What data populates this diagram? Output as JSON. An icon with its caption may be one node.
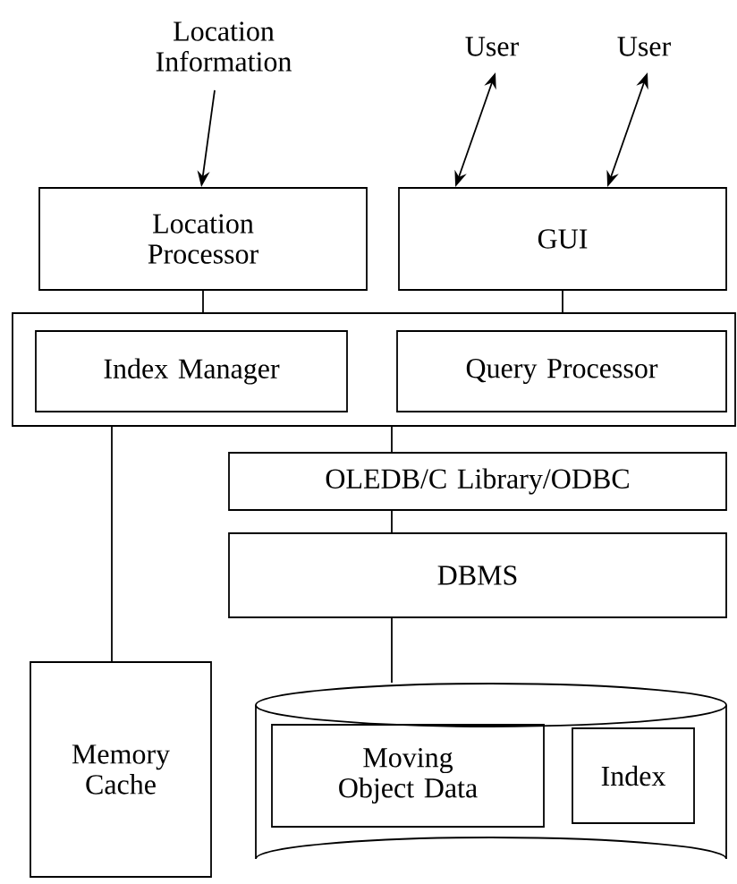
{
  "diagram": {
    "nodes": [
      {
        "text": [
          "Location Information"
        ]
      },
      {
        "text": [
          "User"
        ]
      },
      {
        "text": [
          "User"
        ]
      },
      {
        "text": [
          "Location Processor"
        ]
      },
      {
        "text": [
          "GUI"
        ]
      },
      {
        "text": [],
        "shape": "box"
      },
      {
        "text": [
          "Index Manager"
        ],
        "in": 5
      },
      {
        "text": [
          "Query Processor"
        ],
        "in": 5
      },
      {
        "text": [
          "OLEDB/C Library/ODBC"
        ]
      },
      {
        "text": [
          "DBMS"
        ]
      },
      {
        "text": [
          "Memory Cache"
        ]
      },
      {
        "text": [],
        "shape": "cylinder"
      },
      {
        "text": [
          "Moving Object Data"
        ],
        "in": 11
      },
      {
        "text": [
          "Index"
        ],
        "in": 11
      }
    ],
    "edges": [
      {
        "from": 0,
        "to": 3,
        "arrow": "to"
      },
      {
        "from": 1,
        "to": 4,
        "arrow": "both"
      },
      {
        "from": 2,
        "to": 4,
        "arrow": "both"
      },
      {
        "from": 3,
        "to": 5,
        "arrow": "none"
      },
      {
        "from": 4,
        "to": 5,
        "arrow": "none"
      },
      {
        "from": 5,
        "to": 10,
        "arrow": "none"
      },
      {
        "from": 5,
        "to": 8,
        "arrow": "none"
      },
      {
        "from": 8,
        "to": 9,
        "arrow": "none"
      },
      {
        "from": 9,
        "to": 11,
        "arrow": "none"
      }
    ]
  }
}
